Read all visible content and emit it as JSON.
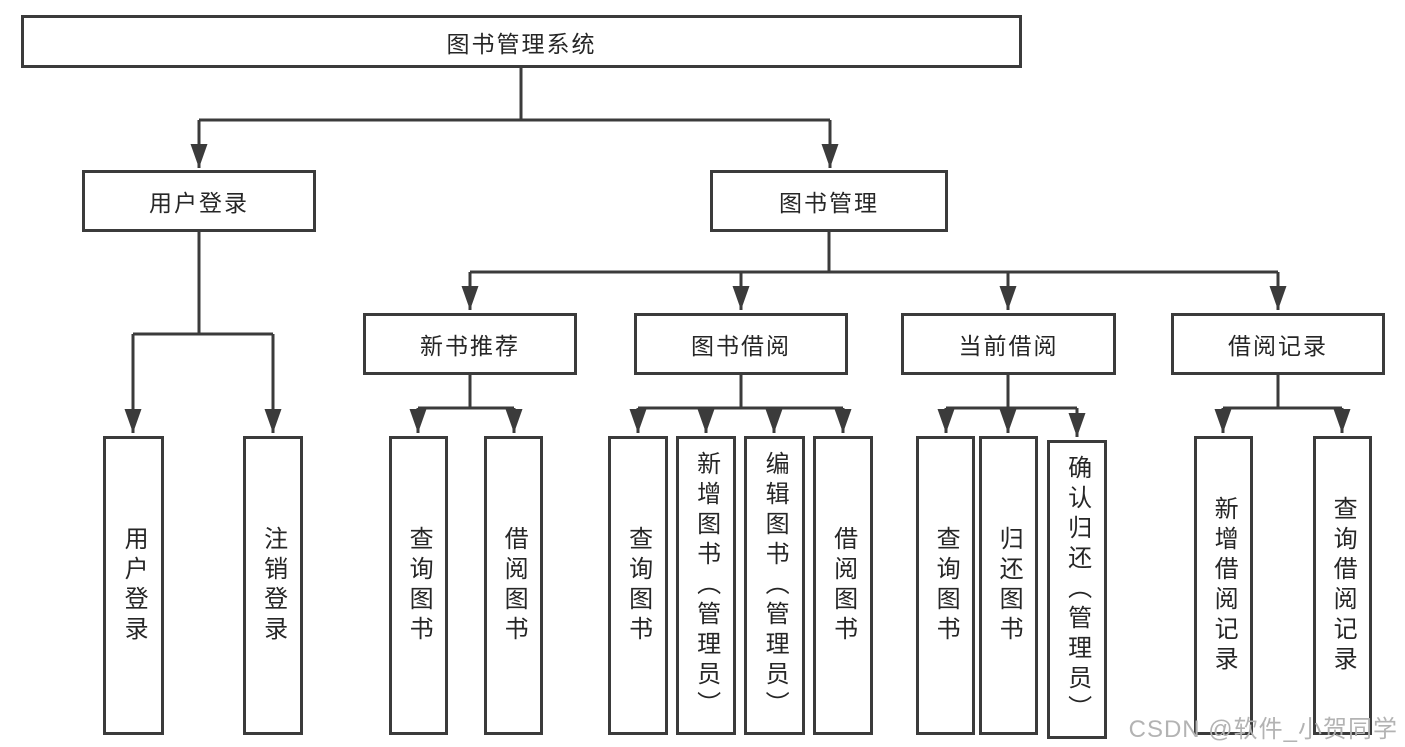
{
  "tree": {
    "root": {
      "label": "图书管理系统",
      "children": [
        {
          "label": "用户登录",
          "children": [
            {
              "label": "用户登录"
            },
            {
              "label": "注销登录"
            }
          ]
        },
        {
          "label": "图书管理",
          "children": [
            {
              "label": "新书推荐",
              "children": [
                {
                  "label": "查询图书"
                },
                {
                  "label": "借阅图书"
                }
              ]
            },
            {
              "label": "图书借阅",
              "children": [
                {
                  "label": "查询图书"
                },
                {
                  "label": "新增图书（管理员）"
                },
                {
                  "label": "编辑图书（管理员）"
                },
                {
                  "label": "借阅图书"
                }
              ]
            },
            {
              "label": "当前借阅",
              "children": [
                {
                  "label": "查询图书"
                },
                {
                  "label": "归还图书"
                },
                {
                  "label": "确认归还（管理员）"
                }
              ]
            },
            {
              "label": "借阅记录",
              "children": [
                {
                  "label": "新增借阅记录"
                },
                {
                  "label": "查询借阅记录"
                }
              ]
            }
          ]
        }
      ]
    }
  },
  "watermark": {
    "text": "CSDN @软件_小贺同学"
  },
  "colors": {
    "line": "#3b3b3b",
    "box_border": "#3b3b3b",
    "box_bg": "#ffffff",
    "text": "#262626",
    "watermark": "#b3b3b3"
  }
}
